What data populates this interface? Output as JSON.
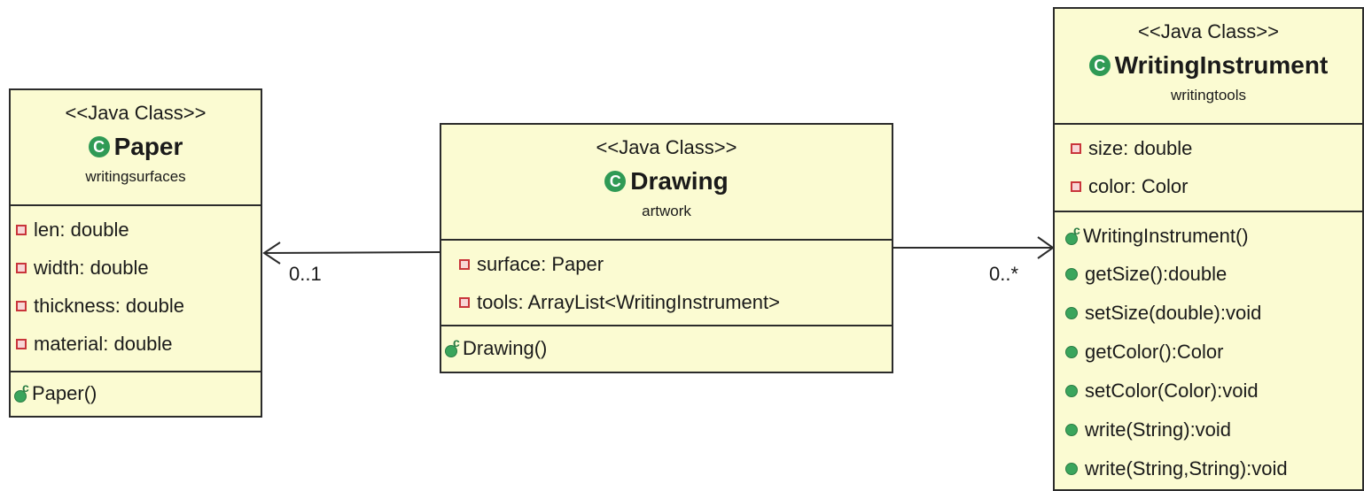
{
  "classes": {
    "paper": {
      "stereotype": "<<Java Class>>",
      "name": "Paper",
      "class_icon": "C",
      "package": "writingsurfaces",
      "fields": [
        "len: double",
        "width: double",
        "thickness: double",
        "material: double"
      ],
      "constructors": [
        "Paper()"
      ],
      "methods": []
    },
    "drawing": {
      "stereotype": "<<Java Class>>",
      "name": "Drawing",
      "class_icon": "C",
      "package": "artwork",
      "fields": [
        "surface: Paper",
        "tools: ArrayList<WritingInstrument>"
      ],
      "constructors": [
        "Drawing()"
      ],
      "methods": []
    },
    "writinginstrument": {
      "stereotype": "<<Java Class>>",
      "name": "WritingInstrument",
      "class_icon": "C",
      "package": "writingtools",
      "fields": [
        "size: double",
        "color: Color"
      ],
      "constructors": [
        "WritingInstrument()"
      ],
      "methods": [
        "getSize():double",
        "setSize(double):void",
        "getColor():Color",
        "setColor(Color):void",
        "write(String):void",
        "write(String,String):void"
      ]
    }
  },
  "associations": [
    {
      "from": "Drawing",
      "to": "Paper",
      "multiplicity": "0..1"
    },
    {
      "from": "Drawing",
      "to": "WritingInstrument",
      "multiplicity": "0..*"
    }
  ],
  "icons": {
    "field": "private-field-icon",
    "method": "public-method-icon",
    "constructor": "constructor-icon",
    "class": "class-icon"
  },
  "colors": {
    "class_fill": "#fbfbd2",
    "border": "#2b2b2b",
    "class_icon": "#2f9a55",
    "field_icon": "#c9353b",
    "method_icon": "#3aa55c"
  },
  "ui": {
    "m_paper": "0..1",
    "m_wi": "0..*"
  }
}
